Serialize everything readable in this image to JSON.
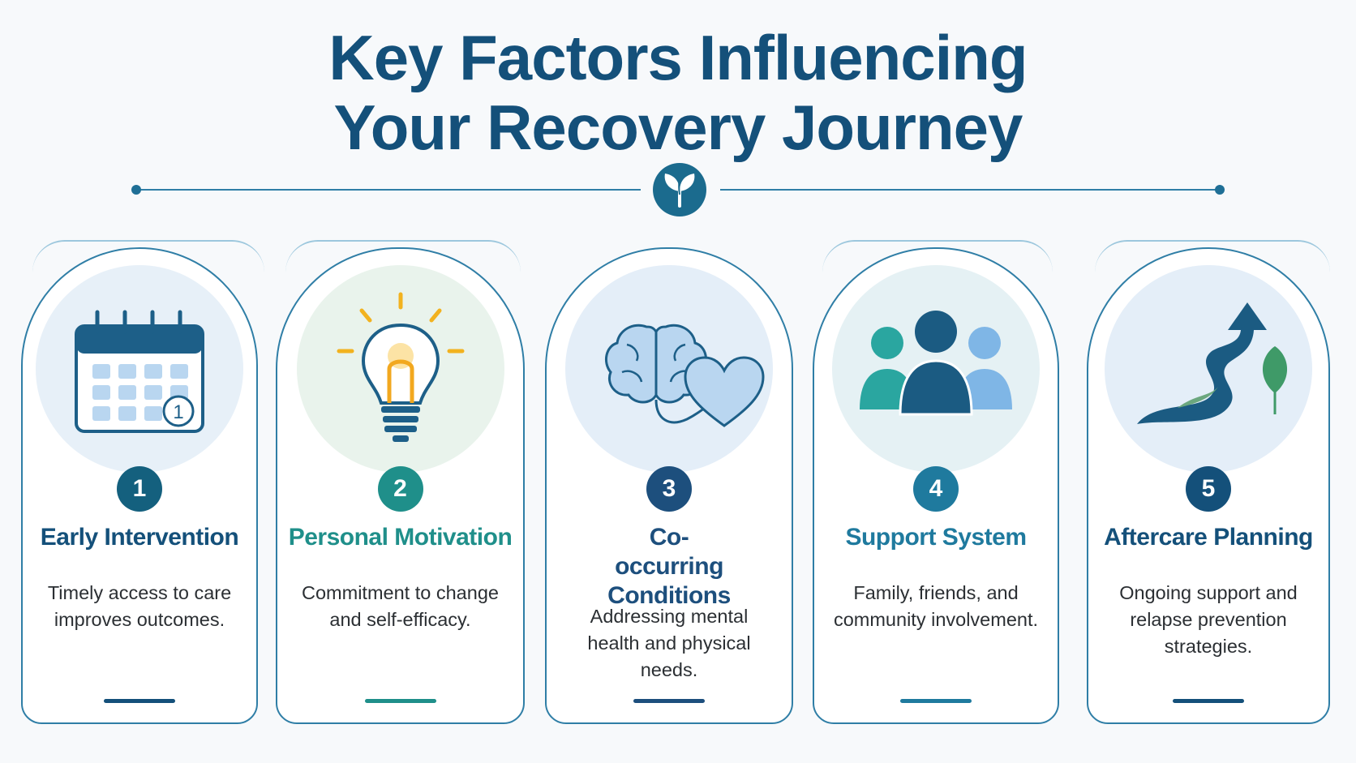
{
  "title": {
    "line1": "Key Factors Influencing",
    "line2": "Your Recovery Journey"
  },
  "divider_icon": "sprout-icon",
  "colors": {
    "navy": "#14507a",
    "teal": "#1f8f8a",
    "blue": "#2e86b8",
    "dark_blue": "#1d4f7d",
    "text": "#2b2f33"
  },
  "cards": [
    {
      "number": "1",
      "title": "Early Intervention",
      "description": "Timely access to care improves outcomes.",
      "icon": "calendar-icon",
      "accent": "#14507a"
    },
    {
      "number": "2",
      "title": "Personal Motivation",
      "description": "Commitment to change and self-efficacy.",
      "icon": "lightbulb-icon",
      "accent": "#1f8f8a"
    },
    {
      "number": "3",
      "title": "Co-occurring Conditions",
      "description": "Addressing mental health and physical needs.",
      "icon": "brain-heart-icon",
      "accent": "#1d4f7d"
    },
    {
      "number": "4",
      "title": "Support System",
      "description": "Family, friends, and community involvement.",
      "icon": "people-icon",
      "accent": "#1f7a9e"
    },
    {
      "number": "5",
      "title": "Aftercare Planning",
      "description": "Ongoing support and relapse prevention strategies.",
      "icon": "path-arrow-icon",
      "accent": "#14507a"
    }
  ]
}
